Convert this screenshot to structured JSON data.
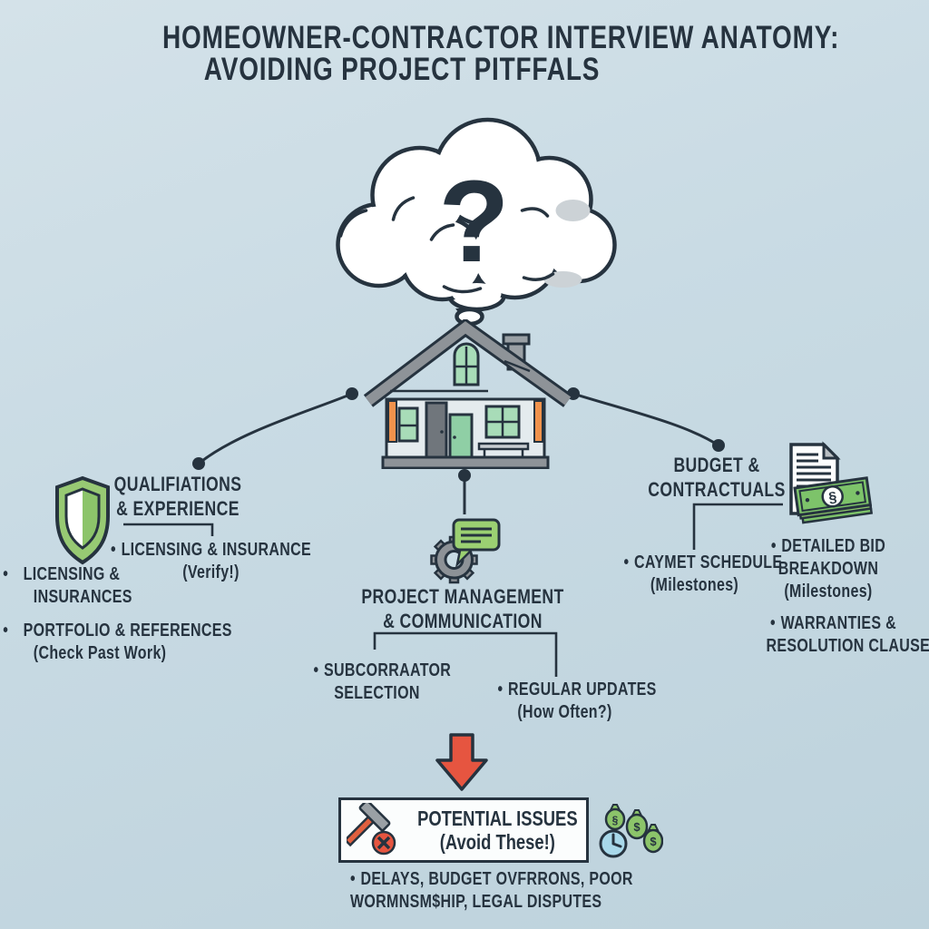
{
  "title": {
    "line1": "HOMEOWNER-CONTRACTOR INTERVIEW ANATOMY:",
    "line2": "AVOIDING PROJECT PITFFALS"
  },
  "cloud": {
    "symbol": "?"
  },
  "glyphs": {
    "bullet": "•",
    "dollar": "$",
    "section": "§"
  },
  "sections": {
    "qualifications": {
      "icon": "shield-icon",
      "heading_line1": "QUALIFIATIONS",
      "heading_line2": "& EXPERIENCE",
      "bullet1_line1": "LICENSING & INSURANCE",
      "bullet1_line2": "(Verify!)",
      "bullet2_line1": "LICENSING &",
      "bullet2_line2": "INSURANCES",
      "bullet3_line1": "PORTFOLIO & REFERENCES",
      "bullet3_line2": "(Check Past Work)"
    },
    "project_management": {
      "icon": "gear-chat-icon",
      "heading_line1": "PROJECT MANAGEMENT",
      "heading_line2": "& COMMUNICATION",
      "bullet1_line1": "SUBCORRAATOR",
      "bullet1_line2": "SELECTION",
      "bullet2_line1": "REGULAR UPDATES",
      "bullet2_line2": "(How Often?)"
    },
    "budget": {
      "icon": "contract-money-icon",
      "heading_line1": "BUDGET &",
      "heading_line2": "CONTRACTUALS",
      "bullet1_line1": "CAYMET SCHEDULE",
      "bullet1_line2": "(Milestones)",
      "bullet2_line1": "DETAILED BID",
      "bullet2_line2": "BREAKDOWN",
      "bullet2_line3": "(Milestones)",
      "bullet3_line1": "WARRANTIES &",
      "bullet3_line2": "RESOLUTION CLAUSE"
    }
  },
  "issues": {
    "icon_left": "hammer-x-icon",
    "icon_right": "money-bags-clock-icon",
    "box_line1": "POTENTIAL ISSUES",
    "box_line2": "(Avoid These!)",
    "bullet_line1": "DELAYS, BUDGET OVFRRONS, POOR",
    "bullet_line2": "WORMNSM$HIP, LEGAL DISPUTES"
  },
  "colors": {
    "background": "#c8dae3",
    "ink": "#26333f",
    "green": "#8cc46a",
    "light_green": "#a8dcb8",
    "bubble_green": "#9bd072",
    "orange": "#f0924c",
    "red": "#e65540",
    "gray": "#8e9398",
    "clock_blue": "#a8d8ea"
  }
}
